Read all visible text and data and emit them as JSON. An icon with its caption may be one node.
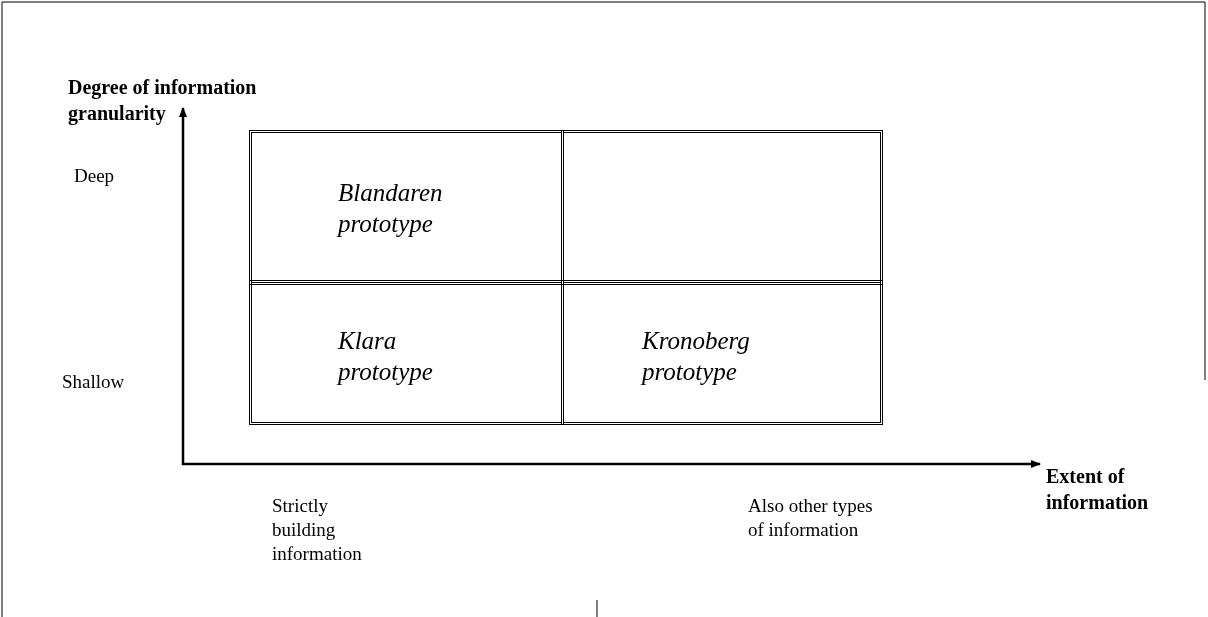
{
  "diagram": {
    "nodes": [
      {
        "text": [
          "Blandaren prototype"
        ]
      },
      {
        "text": [],
        "shape": "box"
      },
      {
        "text": [
          "Klara prototype"
        ]
      },
      {
        "text": [
          "Kronoberg prototype"
        ]
      }
    ],
    "edges": [],
    "labels": [
      "Degree of information granularity",
      "Deep",
      "Shallow",
      "Extent of information",
      "Strictly building information",
      "Also other types of information"
    ]
  }
}
